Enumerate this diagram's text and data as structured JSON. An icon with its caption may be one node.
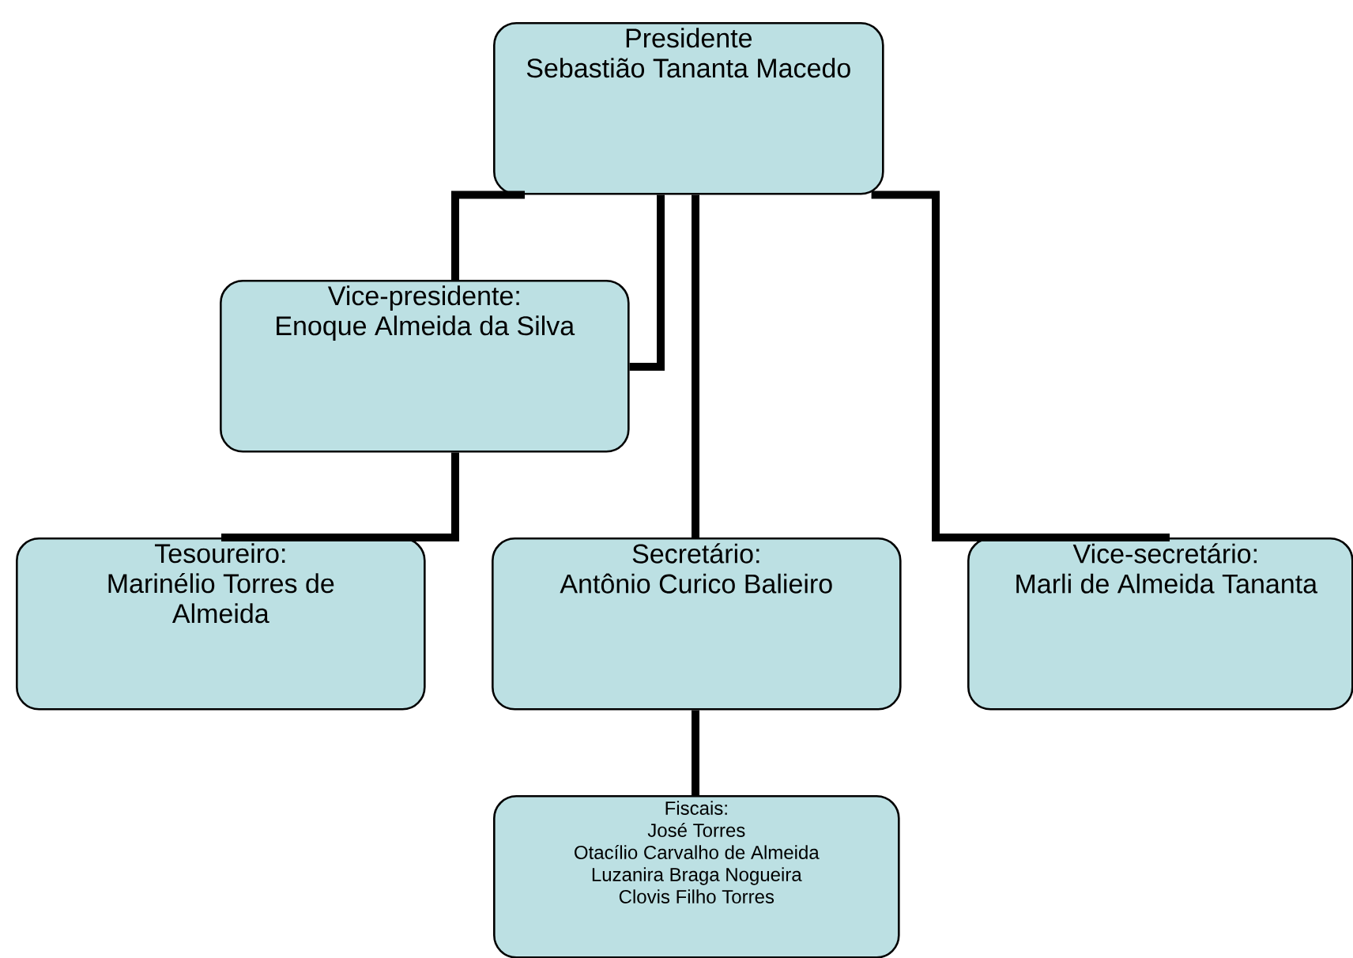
{
  "diagram": {
    "nodes": [
      {
        "text": [
          "Presidente",
          "Sebastião Tananta Macedo"
        ]
      },
      {
        "text": [
          "Vice-presidente:",
          "Enoque Almeida da Silva"
        ]
      },
      {
        "text": [
          "Tesoureiro:",
          "Marinélio Torres de Almeida"
        ]
      },
      {
        "text": [
          "Secretário:",
          "Antônio Curico Balieiro"
        ]
      },
      {
        "text": [
          "Vice-secretário:",
          "Marli de Almeida Tananta"
        ]
      },
      {
        "text": [
          "Fiscais:",
          "José Torres",
          "Otacílio Carvalho de Almeida",
          "Luzanira Braga Nogueira",
          "Clovis Filho Torres"
        ]
      }
    ],
    "edges": [
      {
        "from": 0,
        "to": 1,
        "arrow": "none"
      },
      {
        "from": 1,
        "to": 2,
        "arrow": "none"
      },
      {
        "from": 0,
        "to": 1,
        "arrow": "none"
      },
      {
        "from": 0,
        "to": 3,
        "arrow": "none"
      },
      {
        "from": 0,
        "to": 4,
        "arrow": "none"
      },
      {
        "from": 3,
        "to": 5,
        "arrow": "none"
      }
    ]
  }
}
